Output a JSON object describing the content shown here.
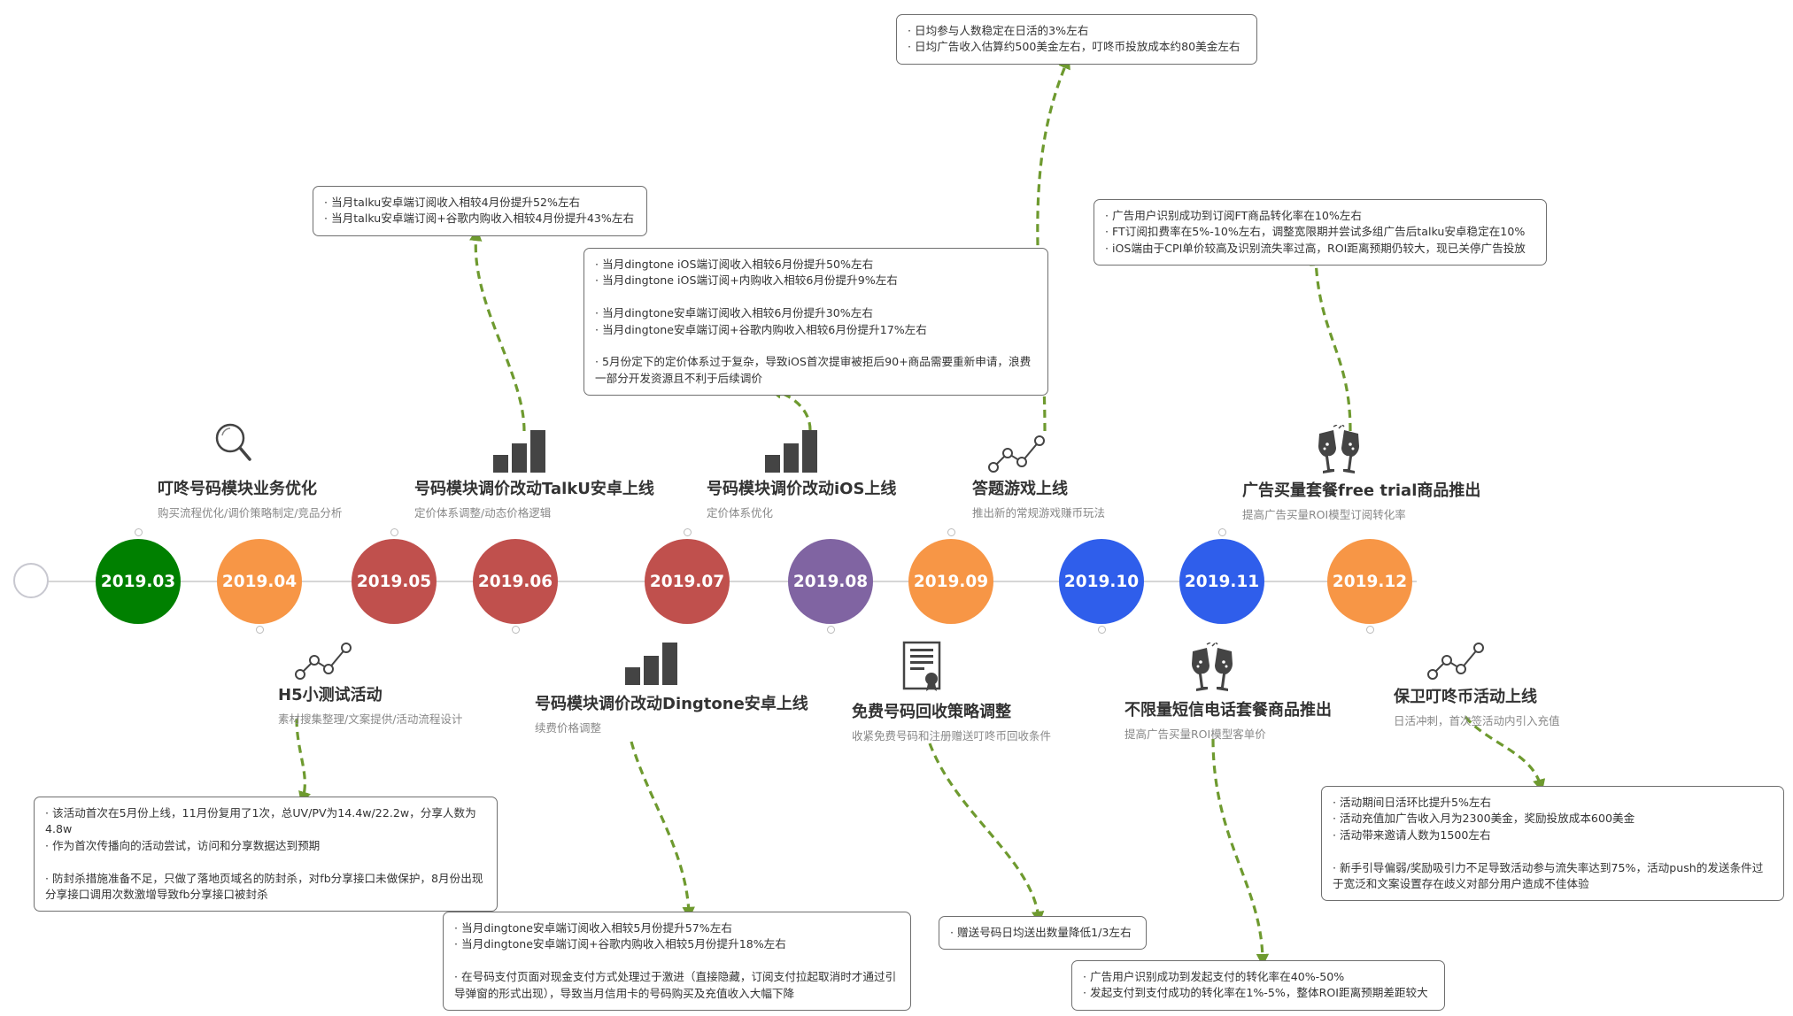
{
  "colors": {
    "green": "#008000",
    "orange": "#f79646",
    "red": "#c0504d",
    "purple": "#8064a2",
    "blue": "#2f5eeb",
    "connector": "#6e9a2f",
    "axis": "#d6d6d6"
  },
  "timeline": [
    {
      "date": "2019.03",
      "color": "#008000"
    },
    {
      "date": "2019.04",
      "color": "#f79646"
    },
    {
      "date": "2019.05",
      "color": "#c0504d"
    },
    {
      "date": "2019.06",
      "color": "#c0504d"
    },
    {
      "date": "2019.07",
      "color": "#c0504d"
    },
    {
      "date": "2019.08",
      "color": "#8064a2"
    },
    {
      "date": "2019.09",
      "color": "#f79646"
    },
    {
      "date": "2019.10",
      "color": "#2f5eeb"
    },
    {
      "date": "2019.11",
      "color": "#2f5eeb"
    },
    {
      "date": "2019.12",
      "color": "#f79646"
    }
  ],
  "top_topics": [
    {
      "title": "叮咚号码模块业务优化",
      "subtitle": "购买流程优化/调价策略制定/竞品分析",
      "icon": "magnifier-icon"
    },
    {
      "title": "号码模块调价改动TalkU安卓上线",
      "subtitle": "定价体系调整/动态价格逻辑",
      "icon": "bar-chart-icon"
    },
    {
      "title": "号码模块调价改动iOS上线",
      "subtitle": "定价体系优化",
      "icon": "bar-chart-icon"
    },
    {
      "title": "答题游戏上线",
      "subtitle": "推出新的常规游戏赚币玩法",
      "icon": "line-graph-icon"
    },
    {
      "title": "广告买量套餐free trial商品推出",
      "subtitle": "提高广告买量ROI模型订阅转化率",
      "icon": "champagne-icon"
    }
  ],
  "bottom_topics": [
    {
      "title": "H5小测试活动",
      "subtitle": "素材搜集整理/文案提供/活动流程设计",
      "icon": "line-graph-icon"
    },
    {
      "title": "号码模块调价改动Dingtone安卓上线",
      "subtitle": "续费价格调整",
      "icon": "bar-chart-icon"
    },
    {
      "title": "免费号码回收策略调整",
      "subtitle": "收紧免费号码和注册赠送叮咚币回收条件",
      "icon": "certificate-icon"
    },
    {
      "title": "不限量短信电话套餐商品推出",
      "subtitle": "提高广告买量ROI模型客单价",
      "icon": "champagne-icon"
    },
    {
      "title": "保卫叮咚币活动上线",
      "subtitle": "日活冲刺，首次签活动内引入充值",
      "icon": "line-graph-icon"
    }
  ],
  "notes": {
    "talku": [
      "· 当月talku安卓端订阅收入相较4月份提升52%左右",
      "· 当月talku安卓端订阅+谷歌内购收入相较4月份提升43%左右"
    ],
    "ios": [
      "· 当月dingtone iOS端订阅收入相较6月份提升50%左右",
      "· 当月dingtone iOS端订阅+内购收入相较6月份提升9%左右",
      "",
      "· 当月dingtone安卓端订阅收入相较6月份提升30%左右",
      "· 当月dingtone安卓端订阅+谷歌内购收入相较6月份提升17%左右",
      "",
      "· 5月份定下的定价体系过于复杂，导致iOS首次提审被拒后90+商品需要重新申请，浪费一部分开发资源且不利于后续调价"
    ],
    "quiz": [
      "· 日均参与人数稳定在日活的3%左右",
      "· 日均广告收入估算约500美金左右，叮咚币投放成本约80美金左右"
    ],
    "freetrial": [
      "· 广告用户识别成功到订阅FT商品转化率在10%左右",
      "· FT订阅扣费率在5%-10%左右，调整宽限期并尝试多组广告后talku安卓稳定在10%",
      "· iOS端由于CPI单价较高及识别流失率过高，ROI距离预期仍较大，现已关停广告投放"
    ],
    "h5": [
      "· 该活动首次在5月份上线，11月份复用了1次，总UV/PV为14.4w/22.2w，分享人数为4.8w",
      "· 作为首次传播向的活动尝试，访问和分享数据达到预期",
      "",
      "· 防封杀措施准备不足，只做了落地页域名的防封杀，对fb分享接口未做保护，8月份出现分享接口调用次数激增导致fb分享接口被封杀"
    ],
    "dingtone": [
      "· 当月dingtone安卓端订阅收入相较5月份提升57%左右",
      "· 当月dingtone安卓端订阅+谷歌内购收入相较5月份提升18%左右",
      "",
      "· 在号码支付页面对现金支付方式处理过于激进（直接隐藏，订阅支付拉起取消时才通过引导弹窗的形式出现），导致当月信用卡的号码购买及充值收入大幅下降"
    ],
    "recycle": [
      "· 赠送号码日均送出数量降低1/3左右"
    ],
    "sms": [
      "· 广告用户识别成功到发起支付的转化率在40%-50%",
      "· 发起支付到支付成功的转化率在1%-5%，整体ROI距离预期差距较大"
    ],
    "defend": [
      "· 活动期间日活环比提升5%左右",
      "· 活动充值加广告收入月为2300美金，奖励投放成本600美金",
      "· 活动带来邀请人数为1500左右",
      "",
      "· 新手引导偏弱/奖励吸引力不足导致活动参与流失率达到75%，活动push的发送条件过于宽泛和文案设置存在歧义对部分用户造成不佳体验"
    ]
  }
}
